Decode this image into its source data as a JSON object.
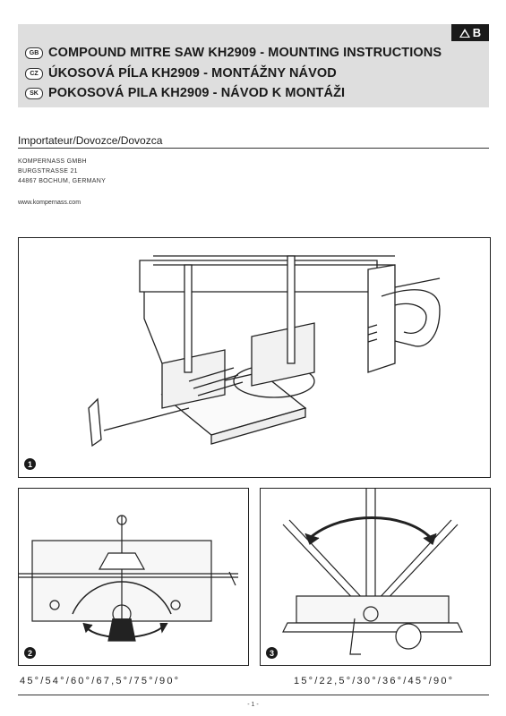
{
  "badge": {
    "label": "B"
  },
  "titles": [
    {
      "lang": "GB",
      "text": "COMPOUND MITRE SAW KH2909 - MOUNTING INSTRUCTIONS"
    },
    {
      "lang": "CZ",
      "text": "ÚKOSOVÁ PÍLA KH2909 - MONTÁŽNY NÁVOD"
    },
    {
      "lang": "SK",
      "text": "POKOSOVÁ PILA KH2909 - NÁVOD K MONTÁŽI"
    }
  ],
  "importer": {
    "heading": "Importateur/Dovozce/Dovozca",
    "lines": [
      "KOMPERNASS GMBH",
      "BURGSTRASSE 21",
      "44867 BOCHUM, GERMANY"
    ],
    "website": "www.kompernass.com"
  },
  "figures": [
    {
      "number": "1"
    },
    {
      "number": "2"
    },
    {
      "number": "3"
    }
  ],
  "captions": {
    "fig2": "45°/54°/60°/67,5°/75°/90°",
    "fig3": "15°/22,5°/30°/36°/45°/90°"
  },
  "page": {
    "number": "- 1 -"
  }
}
